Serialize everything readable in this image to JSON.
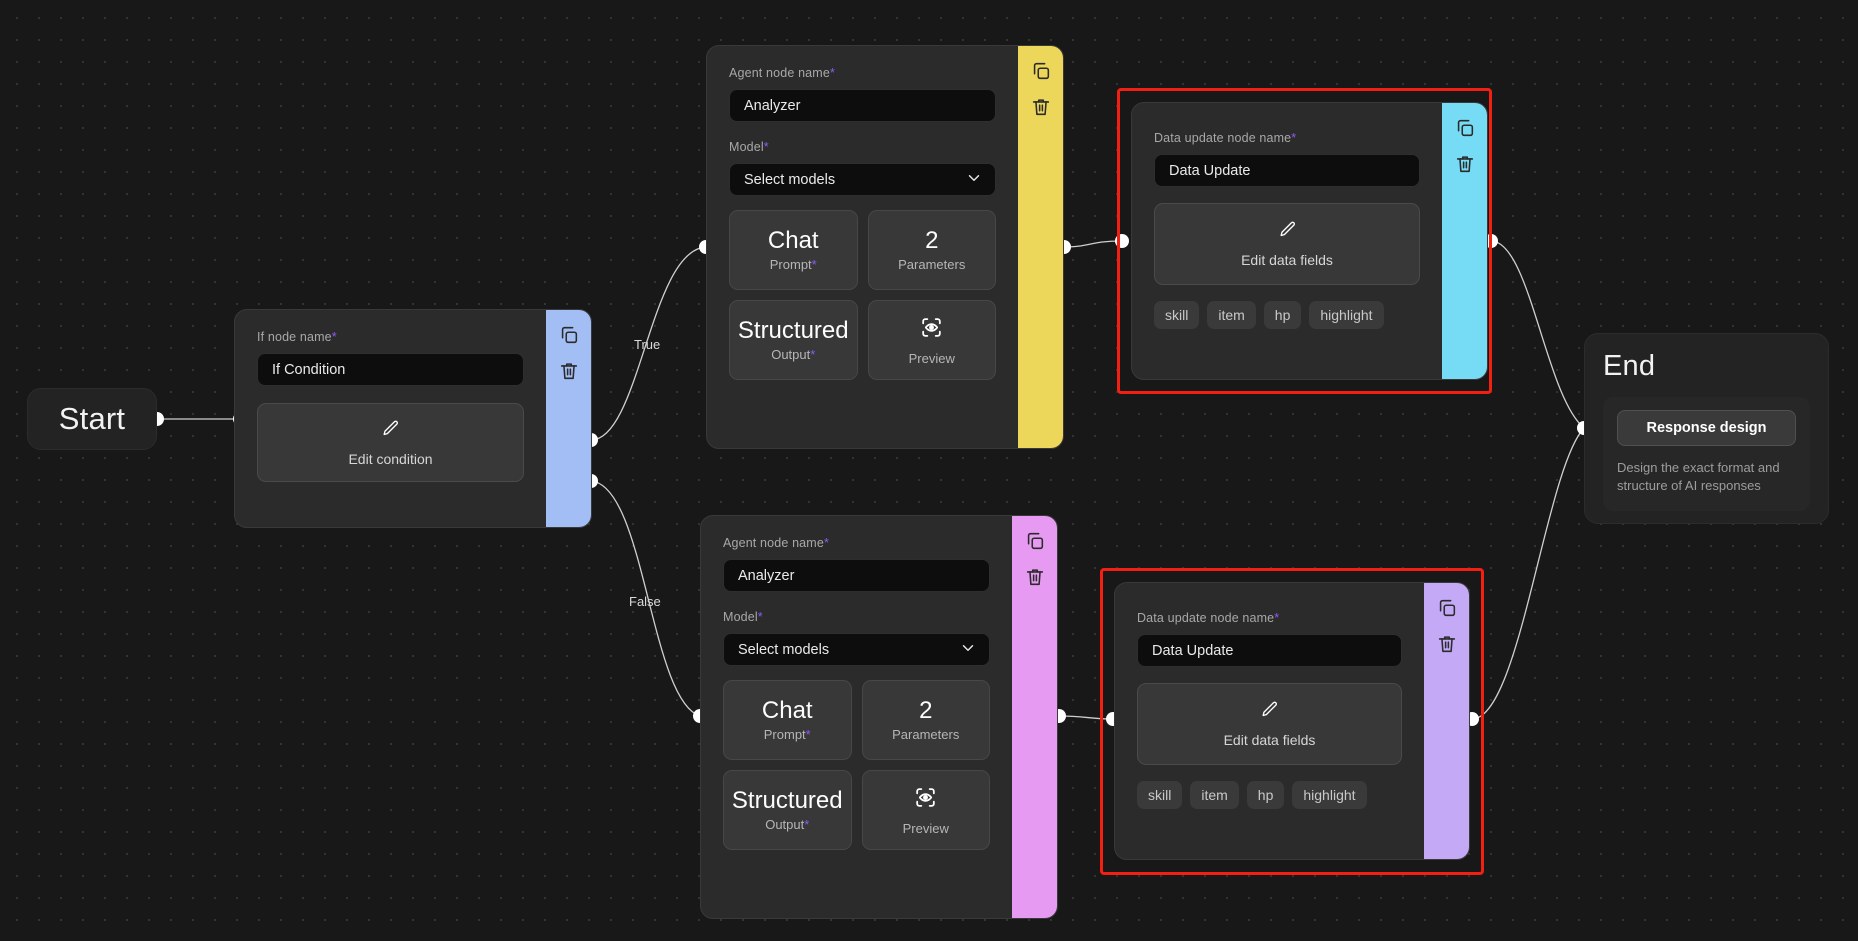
{
  "canvas": {
    "background_color": "#181818",
    "dot_color": "#333333",
    "selection_color": "#f31f10",
    "required_marker_color": "#8b5cf6",
    "edge_color": "#cfcfcf"
  },
  "start_node": {
    "title": "Start"
  },
  "if_node": {
    "name_label": "If node name",
    "required_mark": "*",
    "name_value": "If Condition",
    "edit_label": "Edit condition",
    "edit_icon": "pencil-icon",
    "rail_color": "#a3bdf5",
    "copy_icon": "copy-icon",
    "delete_icon": "trash-icon"
  },
  "agent_node_top": {
    "name_label": "Agent node name",
    "required_mark": "*",
    "name_value": "Analyzer",
    "model_label": "Model",
    "model_value": "Select models",
    "chevron_icon": "chevron-down-icon",
    "buttons": [
      {
        "main": "Chat",
        "sub": "Prompt",
        "required": "*",
        "icon": ""
      },
      {
        "main": "2",
        "sub": "Parameters",
        "required": "",
        "icon": ""
      },
      {
        "main": "Structured",
        "sub": "Output",
        "required": "*",
        "icon": ""
      },
      {
        "main": "",
        "sub": "Preview",
        "required": "",
        "icon": "eye-scan-icon"
      }
    ],
    "rail_color": "#edd75a",
    "copy_icon": "copy-icon",
    "delete_icon": "trash-icon"
  },
  "agent_node_bottom": {
    "name_label": "Agent node name",
    "required_mark": "*",
    "name_value": "Analyzer",
    "model_label": "Model",
    "model_value": "Select models",
    "chevron_icon": "chevron-down-icon",
    "buttons": [
      {
        "main": "Chat",
        "sub": "Prompt",
        "required": "*",
        "icon": ""
      },
      {
        "main": "2",
        "sub": "Parameters",
        "required": "",
        "icon": ""
      },
      {
        "main": "Structured",
        "sub": "Output",
        "required": "*",
        "icon": ""
      },
      {
        "main": "",
        "sub": "Preview",
        "required": "",
        "icon": "eye-scan-icon"
      }
    ],
    "rail_color": "#e79af2",
    "copy_icon": "copy-icon",
    "delete_icon": "trash-icon"
  },
  "data_update_top": {
    "name_label": "Data update node name",
    "required_mark": "*",
    "name_value": "Data Update",
    "edit_label": "Edit data fields",
    "edit_icon": "pencil-icon",
    "tags": [
      "skill",
      "item",
      "hp",
      "highlight"
    ],
    "rail_color": "#76dcf5",
    "copy_icon": "copy-icon",
    "delete_icon": "trash-icon",
    "selected": true
  },
  "data_update_bottom": {
    "name_label": "Data update node name",
    "required_mark": "*",
    "name_value": "Data Update",
    "edit_label": "Edit data fields",
    "edit_icon": "pencil-icon",
    "tags": [
      "skill",
      "item",
      "hp",
      "highlight"
    ],
    "rail_color": "#c4a9f7",
    "copy_icon": "copy-icon",
    "delete_icon": "trash-icon",
    "selected": true
  },
  "end_node": {
    "title": "End",
    "button_label": "Response design",
    "description": "Design the exact format and structure of AI responses"
  },
  "edge_labels": {
    "true": "True",
    "false": "False"
  }
}
